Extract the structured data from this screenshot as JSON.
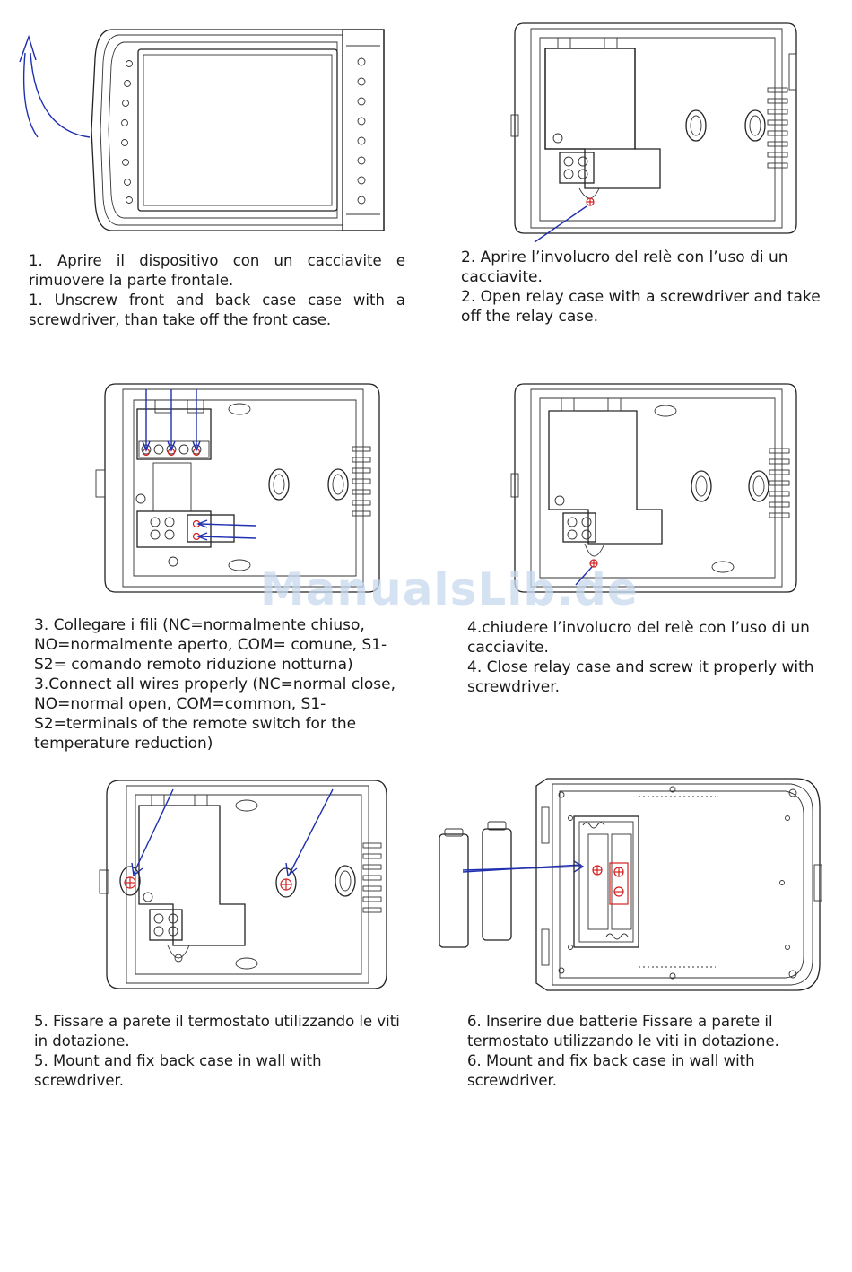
{
  "watermark": "ManualsLib.de",
  "steps": [
    {
      "it": "1. Aprire il dispositivo con un cacciavite e rimuovere la parte frontale.",
      "en": "1. Unscrew front and back case case with a screwdriver, than take off the front case."
    },
    {
      "it": "2. Aprire l’involucro del relè con l’uso di un cacciavite.",
      "en": "2. Open relay case with a screwdriver and take off the relay case."
    },
    {
      "it": "3. Collegare i fili (NC=normalmente chiuso, NO=normalmente aperto, COM= comune, S1-S2= comando remoto riduzione notturna)",
      "en": "3.Connect all wires properly (NC=normal close, NO=normal open, COM=common, S1-S2=terminals of the remote switch for the temperature reduction)"
    },
    {
      "it": "4.chiudere l’involucro del relè con l’uso di un cacciavite.",
      "en": "4. Close relay case and screw it properly with screwdriver."
    },
    {
      "it": "5. Fissare a parete il termostato utilizzando le viti in dotazione.",
      "en": "5. Mount and fix back case in wall with screwdriver."
    },
    {
      "it": "6. Inserire due batterie Fissare a parete il termostato utilizzando le viti in dotazione.",
      "en": "6. Mount and fix back case in wall with screwdriver."
    }
  ]
}
